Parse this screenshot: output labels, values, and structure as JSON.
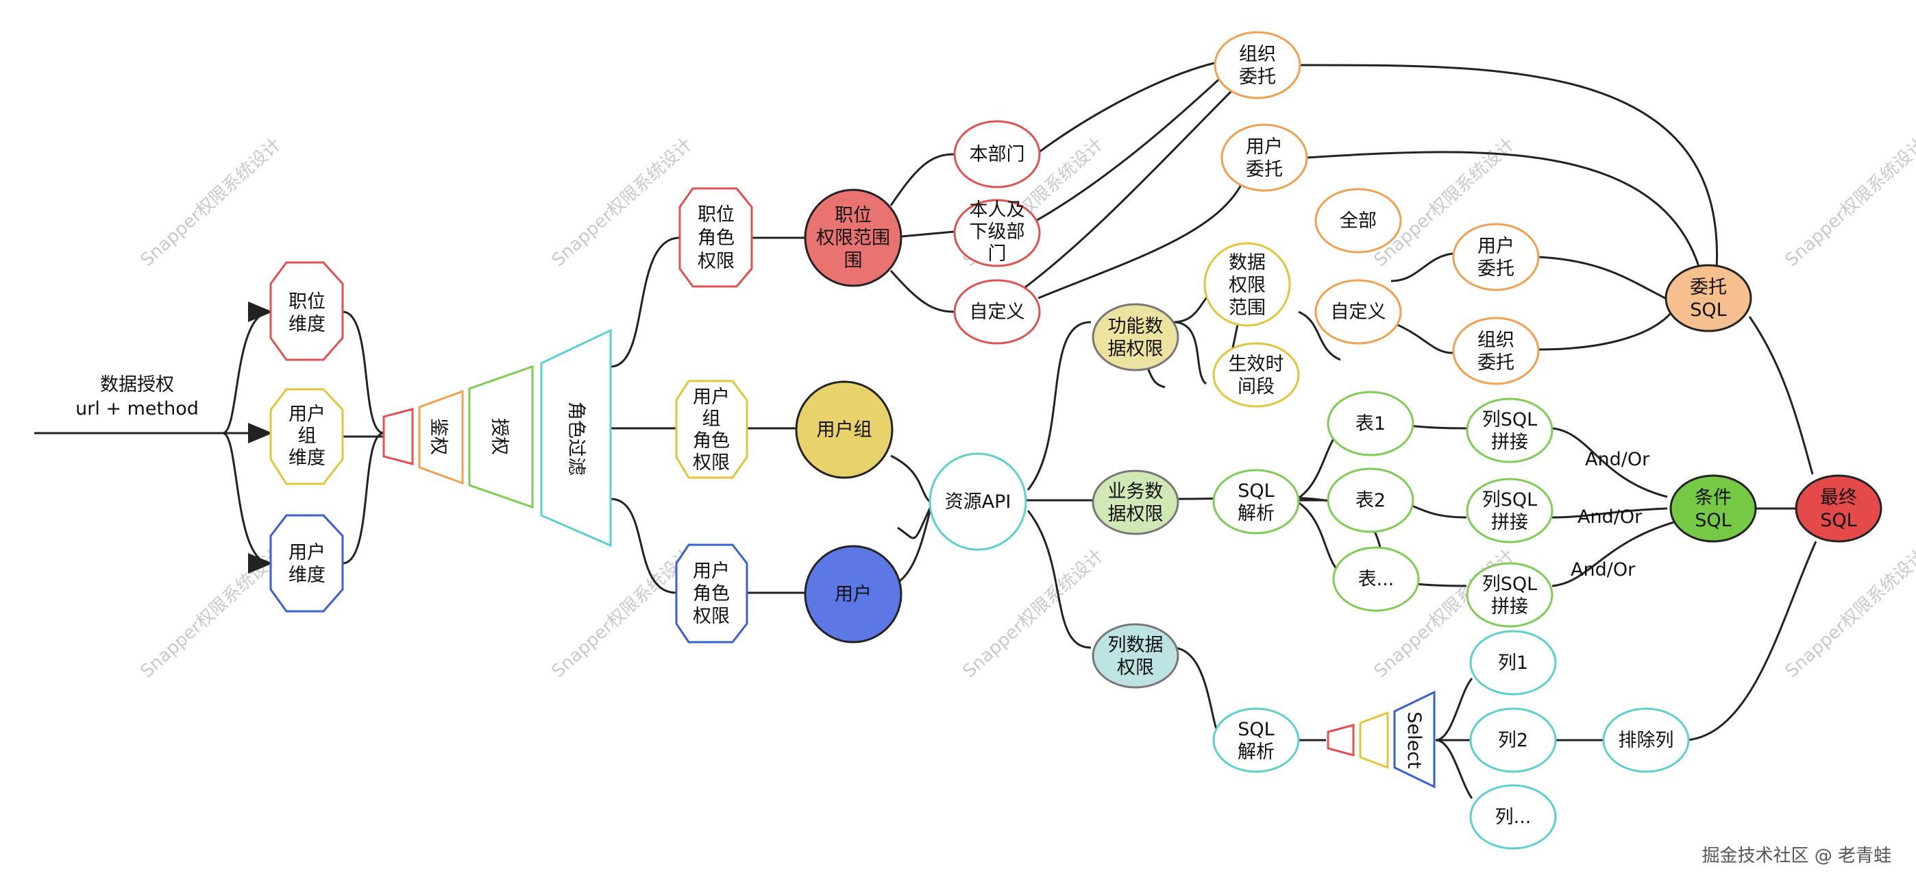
{
  "watermark": "Snapper权限系统设计",
  "footer": "掘金技术社区 @ 老青蛙",
  "input": {
    "line1": "数据授权",
    "line2": "url + method"
  },
  "dimensions": {
    "position": [
      "职位",
      "维度"
    ],
    "usergroup": [
      "用户",
      "组",
      "维度"
    ],
    "user": [
      "用户",
      "维度"
    ]
  },
  "funnel": {
    "auth": "鉴权",
    "grant": "授权",
    "role_filter": "角色过滤"
  },
  "role_permissions": {
    "position": [
      "职位",
      "角色",
      "权限"
    ],
    "usergroup": [
      "用户",
      "组",
      "角色",
      "权限"
    ],
    "user": [
      "用户",
      "角色",
      "权限"
    ]
  },
  "subjects": {
    "position_scope": [
      "职位",
      "权限范围",
      "围"
    ],
    "usergroup": [
      "用户组"
    ],
    "user": [
      "用户"
    ]
  },
  "scope_items": {
    "dept": [
      "本部门"
    ],
    "self_sub": [
      "本人及",
      "下级部",
      "门"
    ],
    "custom": [
      "自定义"
    ]
  },
  "delegation": {
    "org": [
      "组织",
      "委托"
    ],
    "user": [
      "用户",
      "委托"
    ]
  },
  "resource_api": [
    "资源API"
  ],
  "func_perm": [
    "功能数",
    "据权限"
  ],
  "data_scope": [
    "数据",
    "权限",
    "范围"
  ],
  "data_scope_items": {
    "all": [
      "全部"
    ],
    "custom": [
      "自定义"
    ]
  },
  "data_scope_delegation": {
    "user": [
      "用户",
      "委托"
    ],
    "org": [
      "组织",
      "委托"
    ]
  },
  "effective_time": [
    "生效时",
    "间段"
  ],
  "biz_perm": [
    "业务数",
    "据权限"
  ],
  "sql_parse": [
    "SQL",
    "解析"
  ],
  "tables": [
    [
      "表1"
    ],
    [
      "表2"
    ],
    [
      "表..."
    ]
  ],
  "col_sql": [
    "列SQL",
    "拼接"
  ],
  "and_or": "And/Or",
  "delegate_sql": [
    "委托",
    "SQL"
  ],
  "cond_sql": [
    "条件",
    "SQL"
  ],
  "final_sql": [
    "最终",
    "SQL"
  ],
  "col_perm": [
    "列数据",
    "权限"
  ],
  "select_label": "Select",
  "columns": [
    [
      "列1"
    ],
    [
      "列2"
    ],
    [
      "列..."
    ]
  ],
  "exclude_col": [
    "排除列"
  ],
  "colors": {
    "red": "#e05252",
    "orange": "#f0a050",
    "yellow": "#e3c43a",
    "blue": "#3b5fd0",
    "green": "#7ccd52",
    "teal": "#5ccfd0",
    "lightred": "#f08080",
    "pos_fill": "#e97370",
    "grp_fill": "#e7d26b",
    "user_fill": "#5b78e4",
    "func_fill": "#ede3a0",
    "biz_fill": "#cfe8b5",
    "col_fill": "#bde4e3",
    "deleg_fill": "#f5c08d",
    "cond_fill": "#76c944",
    "final_fill": "#e44a4a"
  }
}
